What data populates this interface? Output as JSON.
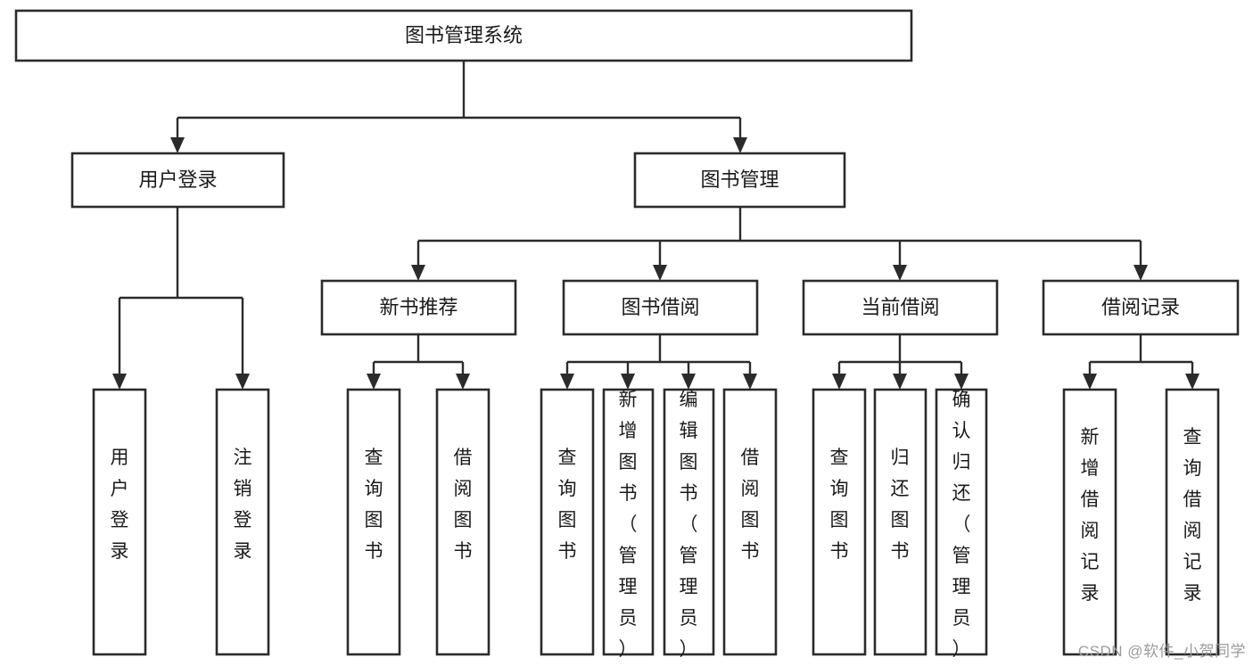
{
  "diagram": {
    "type": "tree",
    "title": "图书管理系统",
    "watermark": "CSDN @软件_小贺同学",
    "colors": {
      "box_fill": "#ffffff",
      "box_stroke": "#2b2b2b",
      "text": "#1a1a1a",
      "background": "#ffffff",
      "watermark": "#9a9a9a"
    },
    "levels": {
      "root": {
        "label": "图书管理系统"
      },
      "level2": [
        {
          "label": "用户登录"
        },
        {
          "label": "图书管理"
        }
      ],
      "level3": [
        {
          "label": "新书推荐"
        },
        {
          "label": "图书借阅"
        },
        {
          "label": "当前借阅"
        },
        {
          "label": "借阅记录"
        }
      ],
      "leaves_user_login": [
        {
          "label": "用户登录"
        },
        {
          "label": "注销登录"
        }
      ],
      "leaves_new_book": [
        {
          "label": "查询图书"
        },
        {
          "label": "借阅图书"
        }
      ],
      "leaves_borrow": [
        {
          "label": "查询图书"
        },
        {
          "label": "新增图书（管理员）"
        },
        {
          "label": "编辑图书（管理员）"
        },
        {
          "label": "借阅图书"
        }
      ],
      "leaves_current": [
        {
          "label": "查询图书"
        },
        {
          "label": "归还图书"
        },
        {
          "label": "确认归还（管理员）"
        }
      ],
      "leaves_records": [
        {
          "label": "新增借阅记录"
        },
        {
          "label": "查询借阅记录"
        }
      ]
    }
  }
}
